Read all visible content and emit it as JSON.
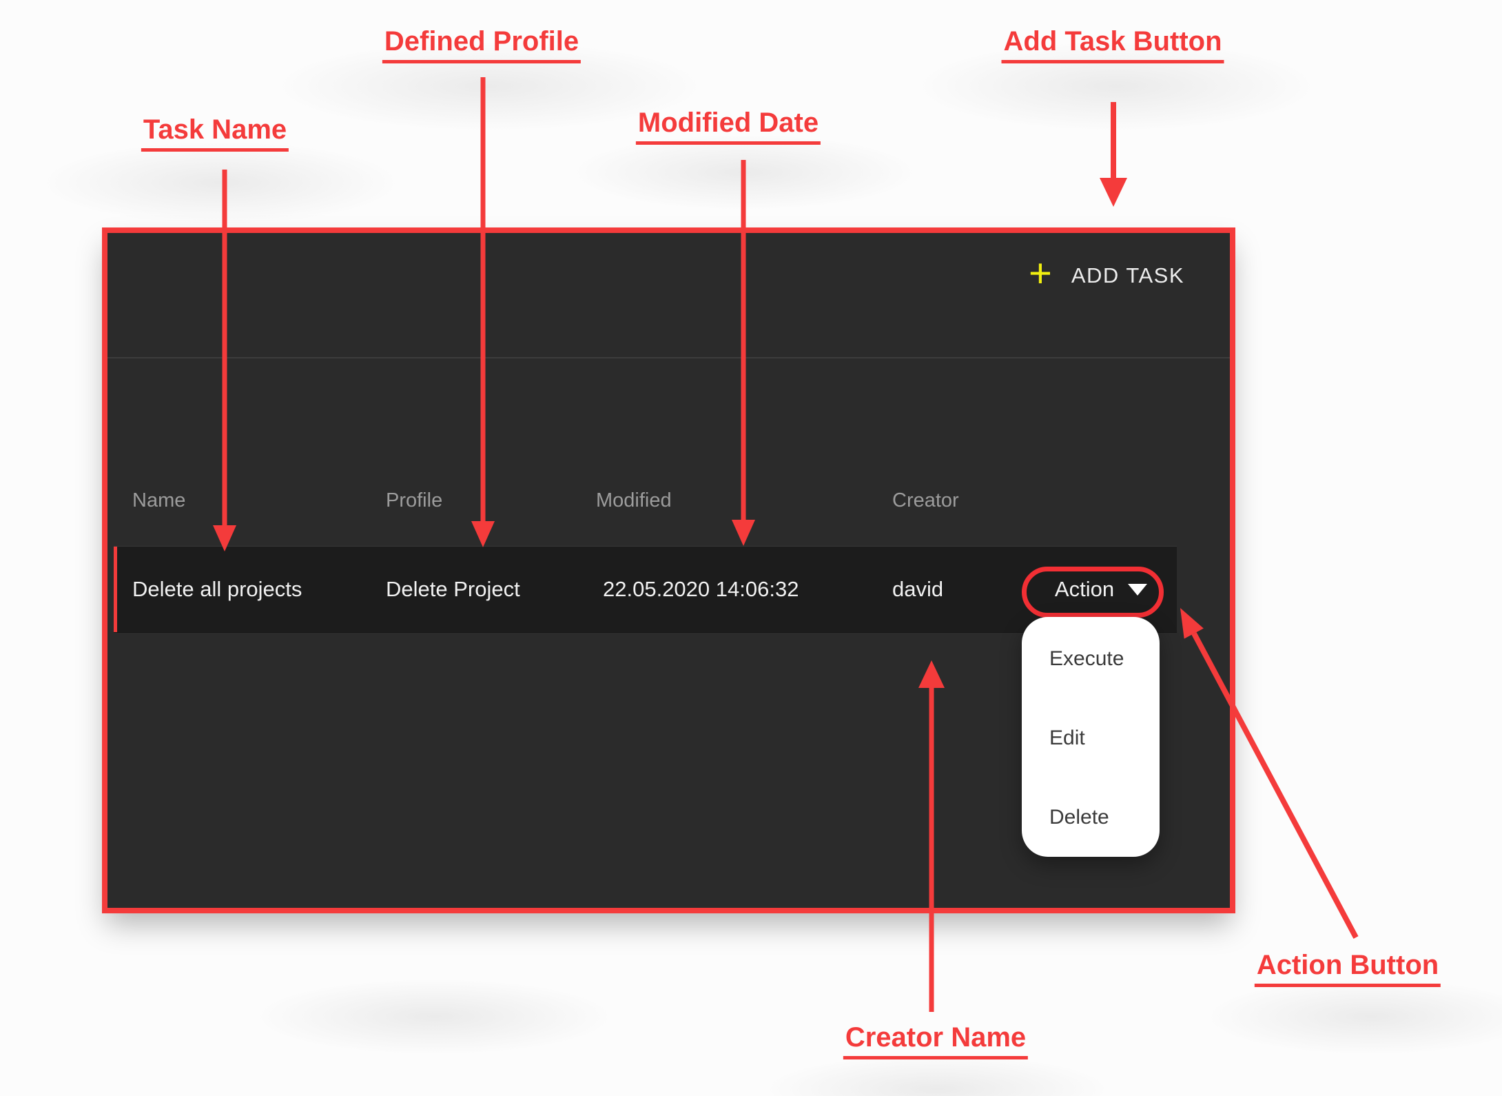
{
  "annotations": {
    "accent_color": "#f43b3b",
    "labels": [
      {
        "id": "task-name",
        "text": "Task Name"
      },
      {
        "id": "defined-profile",
        "text": "Defined Profile"
      },
      {
        "id": "modified-date",
        "text": "Modified Date"
      },
      {
        "id": "add-task-button",
        "text": "Add Task Button"
      },
      {
        "id": "creator-name",
        "text": "Creator Name"
      },
      {
        "id": "action-button",
        "text": "Action Button"
      }
    ]
  },
  "panel": {
    "colors": {
      "panel_bg": "#2b2b2b",
      "row_bg": "#1c1c1c",
      "border_red": "#f43b3b",
      "plus_yellow": "#f1ef10"
    },
    "add_task": {
      "plus_icon": "+",
      "label": "ADD TASK"
    },
    "table": {
      "columns": [
        "Name",
        "Profile",
        "Modified",
        "Creator"
      ],
      "rows": [
        {
          "name": "Delete all projects",
          "profile": "Delete Project",
          "modified": "22.05.2020 14:06:32",
          "creator": "david",
          "action_label": "Action"
        }
      ]
    },
    "action_menu": {
      "items": [
        "Execute",
        "Edit",
        "Delete"
      ]
    }
  }
}
